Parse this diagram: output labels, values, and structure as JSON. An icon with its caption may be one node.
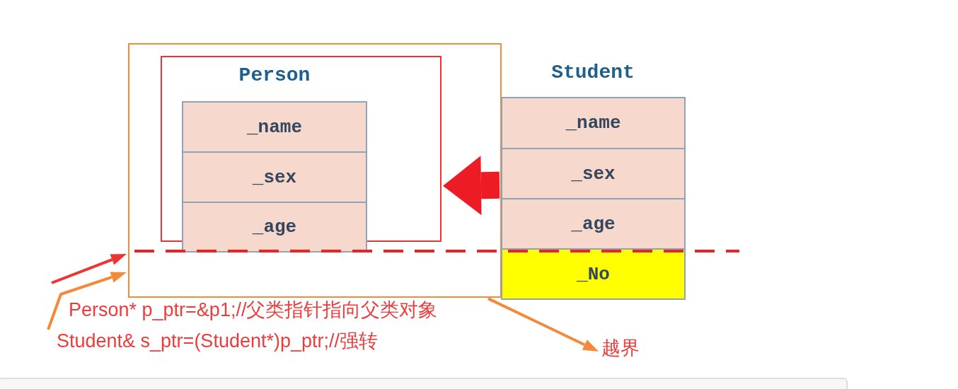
{
  "diagram": {
    "nodes": [
      {
        "text": [],
        "shape": "box"
      },
      {
        "text": [
          "Person"
        ],
        "in": 0
      },
      {
        "text": [
          "_name"
        ],
        "in": 1
      },
      {
        "text": [
          "_sex"
        ],
        "in": 1
      },
      {
        "text": [
          "_age"
        ],
        "in": 0
      },
      {
        "text": [
          "Student"
        ]
      },
      {
        "text": [
          "_name"
        ],
        "in": 5
      },
      {
        "text": [
          "_sex"
        ],
        "in": 5
      },
      {
        "text": [
          "_age"
        ],
        "in": 5
      },
      {
        "text": [
          "_No"
        ],
        "in": 5
      },
      {
        "text": [
          "Person* p_ptr=&p1;//父类指针指向父类对象"
        ]
      },
      {
        "text": [
          "Student& s_ptr=(Student*)p_ptr;//强转"
        ]
      },
      {
        "text": [
          "越界"
        ]
      }
    ],
    "edges": [
      {
        "from": 5,
        "to": 1,
        "arrow": "to",
        "style": "thick",
        "color": "#ed1c24"
      },
      {
        "from": null,
        "to": 0,
        "arrow": "to",
        "color": "#ee3333"
      },
      {
        "from": 11,
        "to": 0,
        "arrow": "to"
      },
      {
        "from": 0,
        "to": 12,
        "arrow": "to"
      }
    ]
  }
}
